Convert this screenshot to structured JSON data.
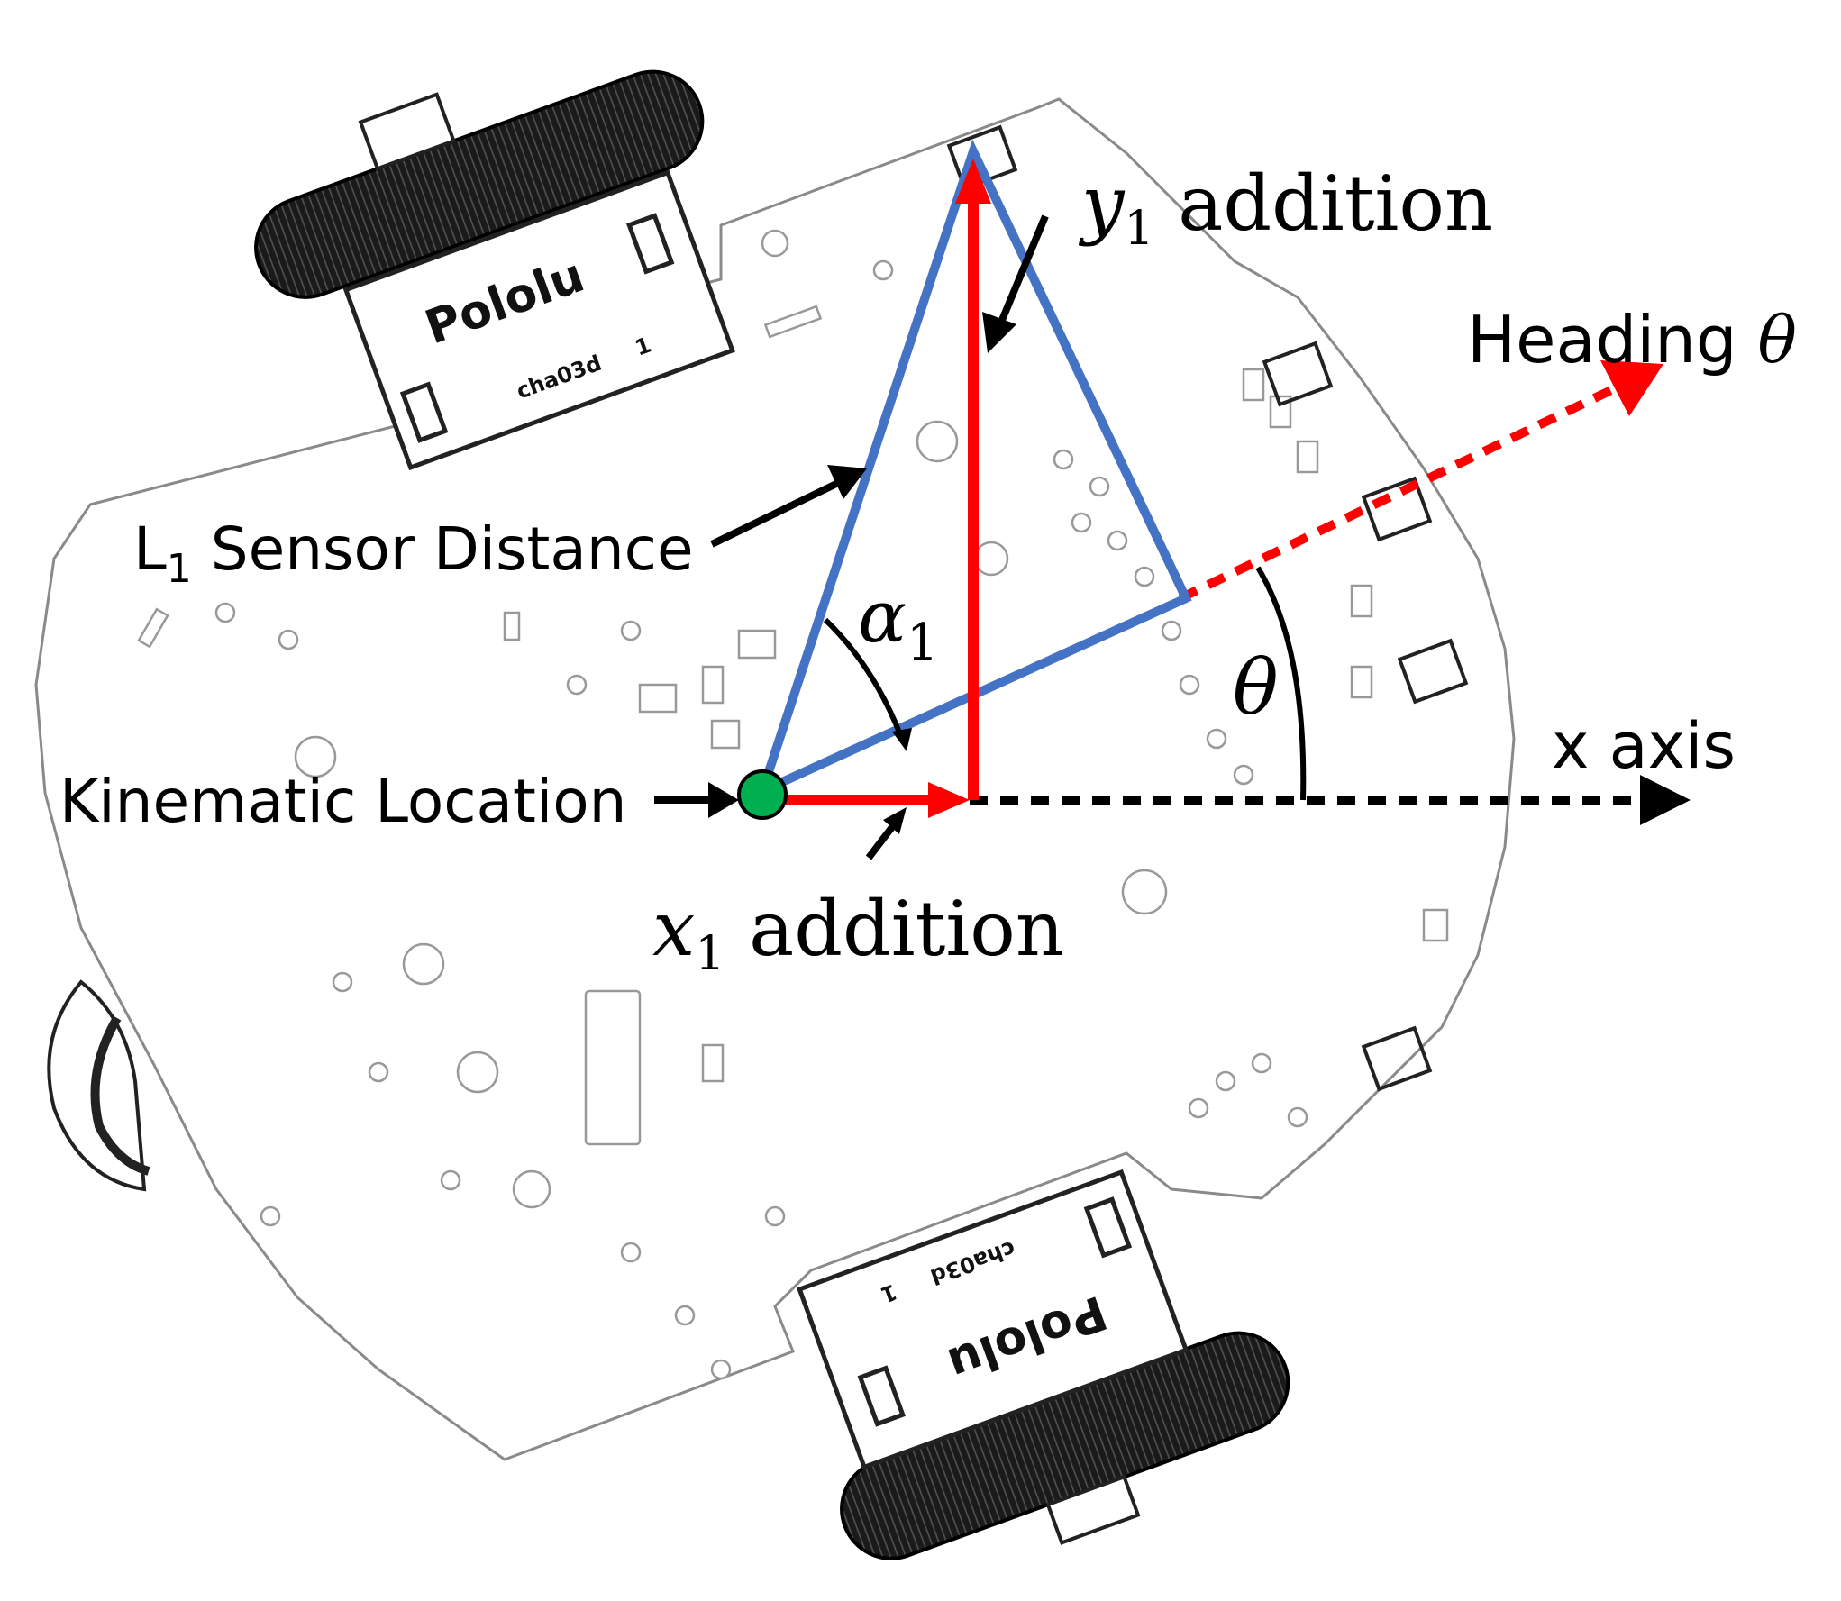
{
  "labels": {
    "y1_addition": {
      "symbol": "y",
      "sub": "1",
      "text": " addition"
    },
    "x1_addition": {
      "symbol": "x",
      "sub": "1",
      "text": " addition"
    },
    "heading": {
      "text": "Heading ",
      "symbol": "θ"
    },
    "x_axis": "x axis",
    "sensor_distance": {
      "symbol": "L",
      "sub": "1",
      "text": " Sensor Distance"
    },
    "kinematic_location": "Kinematic Location",
    "alpha": {
      "symbol": "α",
      "sub": "1"
    },
    "theta": "θ"
  },
  "board_markings": {
    "brand": "Pololu",
    "part_code": "cha03d",
    "part_number": "1"
  },
  "colors": {
    "triangle": "#4472C4",
    "vectors": "#FF0000",
    "heading_line": "#FF0000",
    "x_axis_line": "#000000",
    "kinematic_point": "#00B050"
  }
}
